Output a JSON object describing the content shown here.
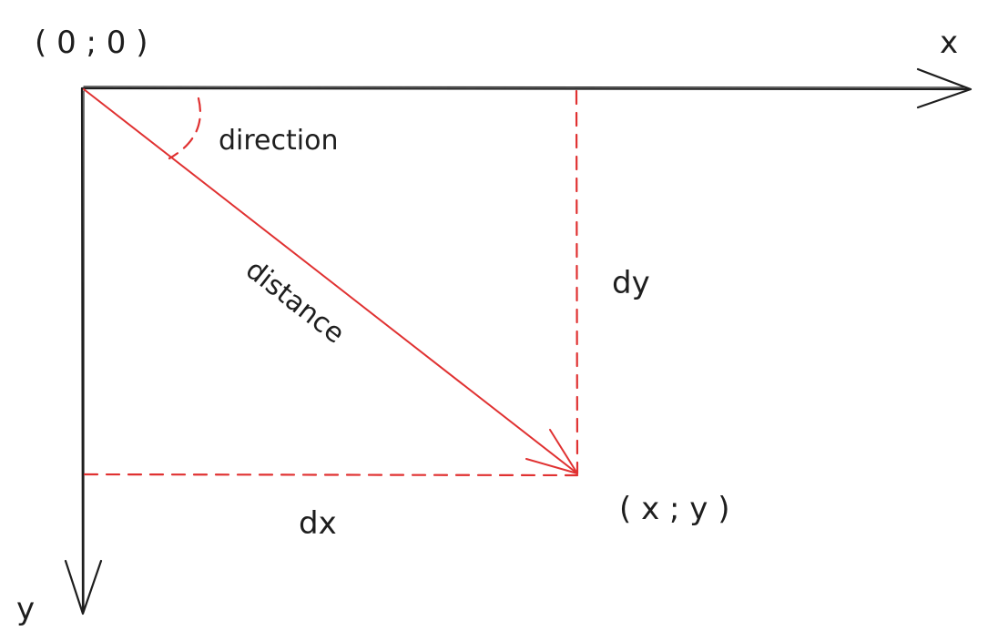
{
  "diagram": {
    "colors": {
      "axis": "#1e1e1e",
      "vector": "#e03131",
      "text": "#1e1e1e"
    },
    "labels": {
      "origin": "( 0 ; 0 )",
      "x_axis": "x",
      "y_axis": "y",
      "direction": "direction",
      "distance": "distance",
      "dy": "dy",
      "dx": "dx",
      "point": "( x ; y )"
    }
  }
}
